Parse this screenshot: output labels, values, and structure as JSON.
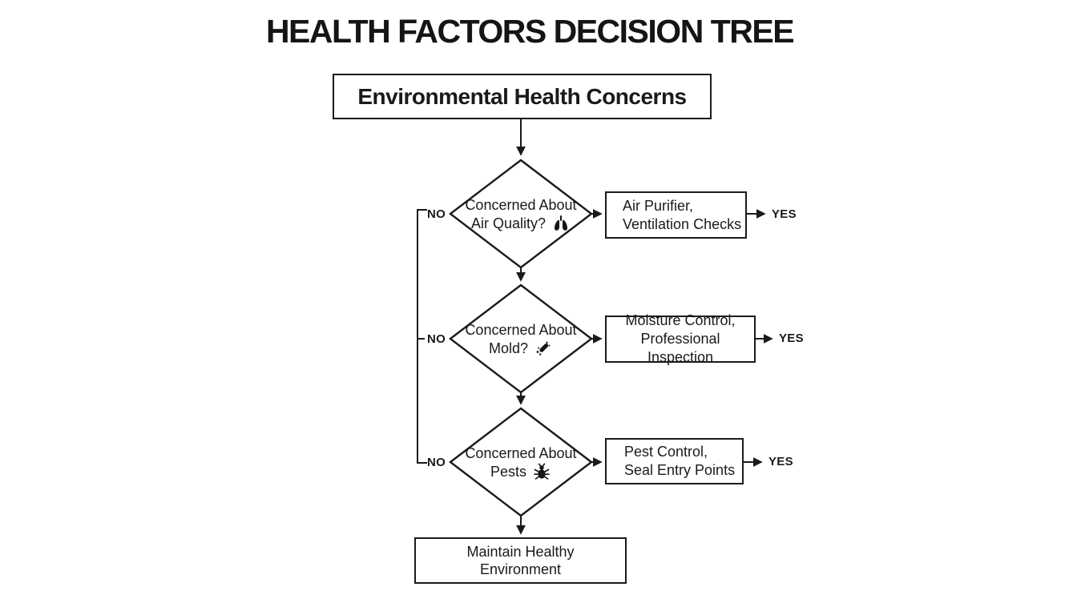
{
  "title": "HEALTH FACTORS DECISION TREE",
  "root": {
    "label": "Environmental Health Concerns"
  },
  "decisions": [
    {
      "question_line1": "Concerned About",
      "question_line2": "Air Quality?",
      "icon": "lungs-icon",
      "result_line1": "Air Purifier,",
      "result_line2": "Ventilation Checks",
      "yes_label": "YES",
      "no_label": "NO"
    },
    {
      "question_line1": "Concerned About",
      "question_line2": "Mold?",
      "icon": "mold-icon",
      "result_line1": "Moisture Control,",
      "result_line2": "Professional Inspection",
      "yes_label": "YES",
      "no_label": "NO"
    },
    {
      "question_line1": "Concerned About",
      "question_line2": "Pests",
      "icon": "bug-icon",
      "result_line1": "Pest Control,",
      "result_line2": "Seal Entry Points",
      "yes_label": "YES",
      "no_label": "NO"
    }
  ],
  "final": {
    "line1": "Maintain Healthy",
    "line2": "Environment"
  },
  "colors": {
    "ink": "#1a1a1a",
    "background": "#ffffff"
  }
}
